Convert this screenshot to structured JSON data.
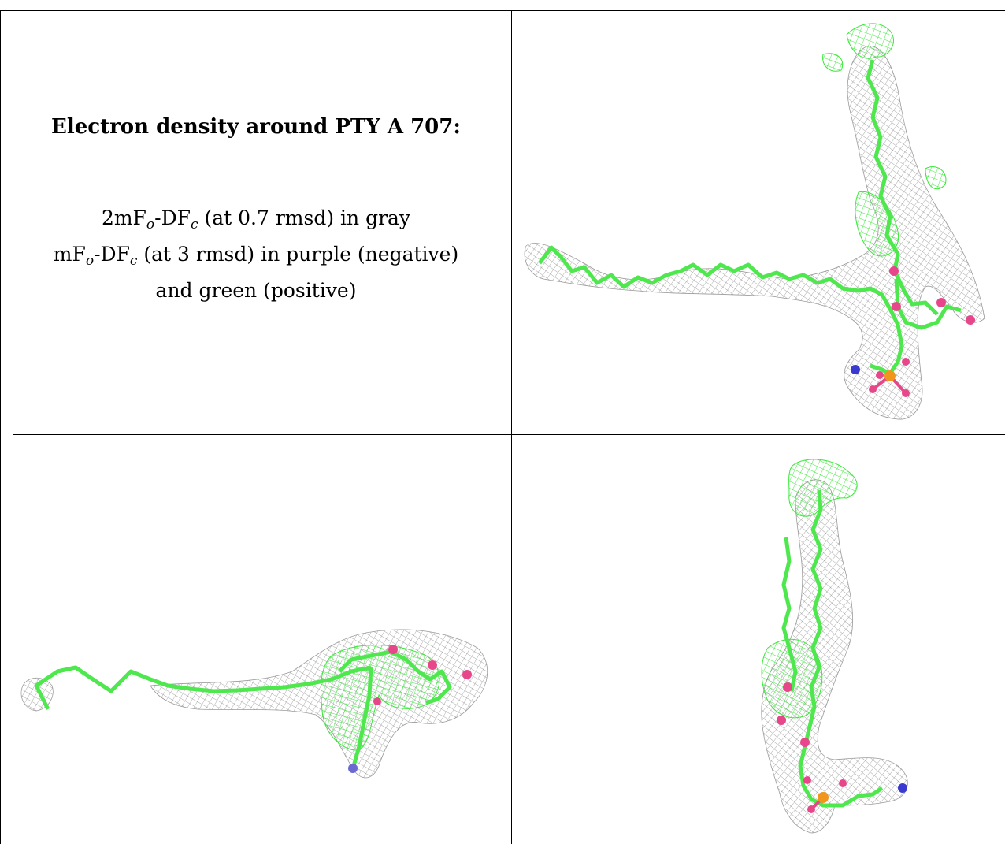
{
  "legend": {
    "title": "Electron density around PTY A 707:",
    "line1": {
      "prefix": "2mF",
      "sub_o": "o",
      "mid": "-DF",
      "sub_c": "c",
      "suffix": " (at 0.7 rmsd) in gray"
    },
    "line2": {
      "prefix": "mF",
      "sub_o": "o",
      "mid": "-DF",
      "sub_c": "c",
      "suffix": " (at 3 rmsd) in purple (negative)"
    },
    "line3": "and green (positive)"
  },
  "colors": {
    "carbon": "#4ee84e",
    "oxygen": "#e8468a",
    "nitrogen": "#3a3ad0",
    "phosphorus": "#f0961e",
    "mesh_gray": "#8a8a8a",
    "mesh_green": "#38e838",
    "grid_lines": "#000000"
  },
  "views": [
    {
      "name": "view-top-right"
    },
    {
      "name": "view-bottom-left"
    },
    {
      "name": "view-bottom-right"
    }
  ]
}
